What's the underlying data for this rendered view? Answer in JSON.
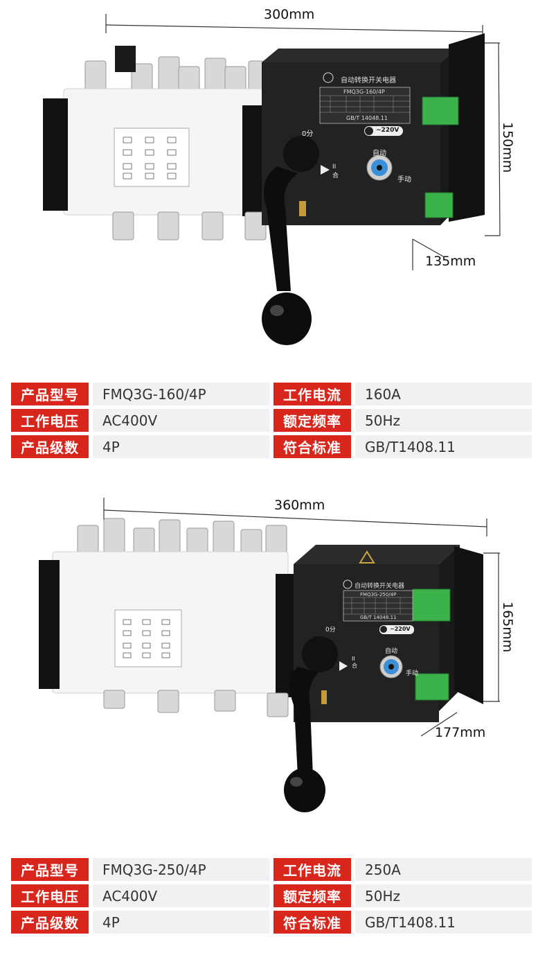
{
  "products": [
    {
      "dimensions": {
        "width": "300mm",
        "height": "150mm",
        "depth": "135mm"
      },
      "panel": {
        "title": "自动转换开关电器",
        "model": "FMQ3G-160/4P",
        "standard": "GB/T 14048.11",
        "voltage_badge": "~220V",
        "pos_off": "0分",
        "pos_on": "II合",
        "auto": "自动",
        "manual": "手动"
      },
      "specs": [
        {
          "label": "产品型号",
          "value": "FMQ3G-160/4P",
          "label2": "工作电流",
          "value2": "160A"
        },
        {
          "label": "工作电压",
          "value": "AC400V",
          "label2": "额定频率",
          "value2": "50Hz"
        },
        {
          "label": "产品级数",
          "value": "4P",
          "label2": "符合标准",
          "value2": "GB/T1408.11"
        }
      ]
    },
    {
      "dimensions": {
        "width": "360mm",
        "height": "165mm",
        "depth": "177mm"
      },
      "panel": {
        "title": "自动转换开关电器",
        "model": "FMQ3G-250/4P",
        "standard": "GB/T 14048.11",
        "voltage_badge": "~220V",
        "pos_off": "0分",
        "pos_on": "II合",
        "auto": "自动",
        "manual": "手动"
      },
      "specs": [
        {
          "label": "产品型号",
          "value": "FMQ3G-250/4P",
          "label2": "工作电流",
          "value2": "250A"
        },
        {
          "label": "工作电压",
          "value": "AC400V",
          "label2": "额定频率",
          "value2": "50Hz"
        },
        {
          "label": "产品级数",
          "value": "4P",
          "label2": "符合标准",
          "value2": "GB/T1408.11"
        }
      ]
    }
  ],
  "colors": {
    "accent": "#d9261c",
    "value_bg": "#f1f1f1",
    "body_dark": "#1f1f1f",
    "terminal_green": "#3cb34a"
  }
}
